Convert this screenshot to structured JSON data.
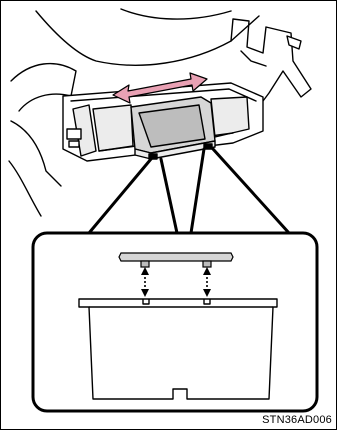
{
  "figure": {
    "code": "STN36AD006",
    "colors": {
      "line": "#000000",
      "fill_light": "#ececec",
      "fill_mid": "#d6d6d6",
      "fill_dark": "#bdbdbd",
      "arrow": "#e9a1b4"
    },
    "icons": {
      "slide_arrow": "double-headed-arrow",
      "attach_arrows": "dotted-double-arrow"
    }
  }
}
